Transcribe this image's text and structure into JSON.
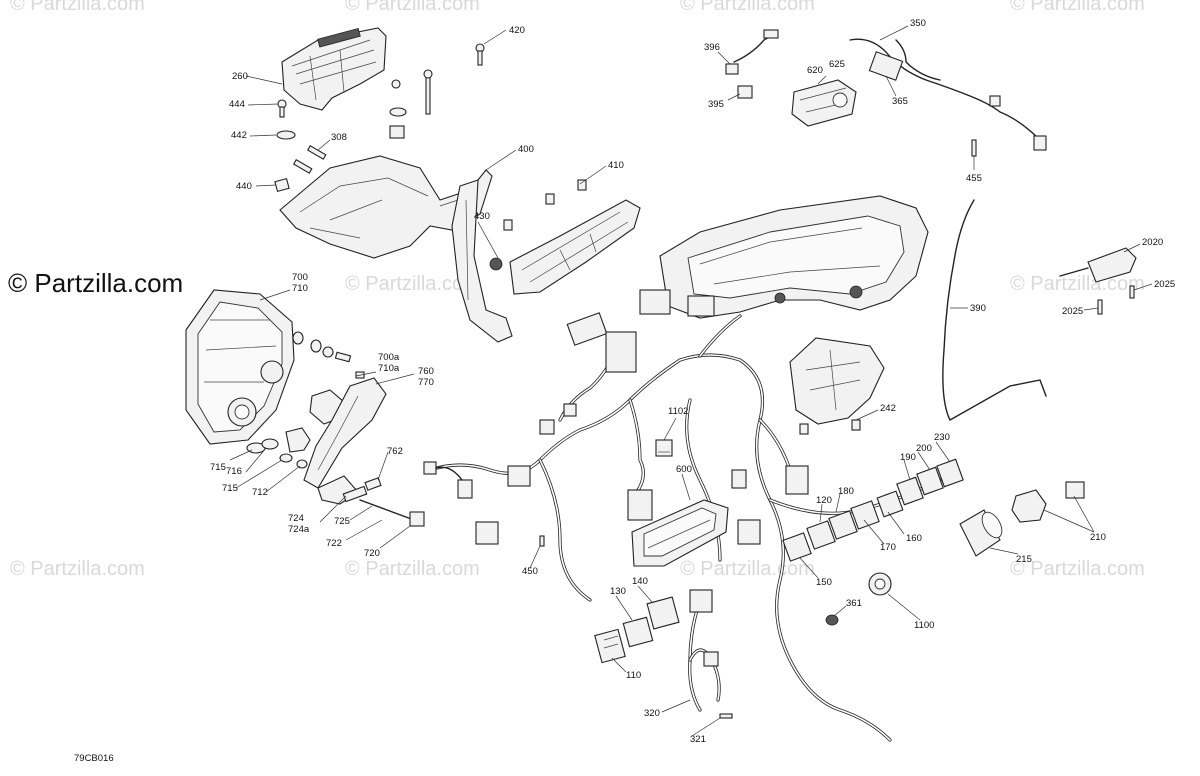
{
  "watermark": {
    "main": "© Partzilla.com",
    "faint": "© Partzilla.com"
  },
  "reference_code": "79CB016",
  "callouts": {
    "c260": "260",
    "c444": "444",
    "c442": "442",
    "c440": "440",
    "c308": "308",
    "c420": "420",
    "c400": "400",
    "c410": "410",
    "c430": "430",
    "c396": "396",
    "c395": "395",
    "c620": "620",
    "c625": "625",
    "c350": "350",
    "c365": "365",
    "c455": "455",
    "c700": "700",
    "c710": "710",
    "c700a": "700a",
    "c710a": "710a",
    "c760": "760",
    "c770": "770",
    "c715a": "715",
    "c716": "716",
    "c715b": "715",
    "c712": "712",
    "c762": "762",
    "c724": "724",
    "c724a": "724a",
    "c725": "725",
    "c722": "722",
    "c720": "720",
    "c450": "450",
    "c1102": "1102",
    "c600": "600",
    "c140": "140",
    "c130": "130",
    "c110": "110",
    "c320": "320",
    "c321": "321",
    "c2020": "2020",
    "c2025a": "2025",
    "c2025b": "2025",
    "c390": "390",
    "c242": "242",
    "c230": "230",
    "c200": "200",
    "c190": "190",
    "c180": "180",
    "c120": "120",
    "c170": "170",
    "c160": "160",
    "c150": "150",
    "c210": "210",
    "c215": "215",
    "c361": "361",
    "c1100": "1100"
  }
}
